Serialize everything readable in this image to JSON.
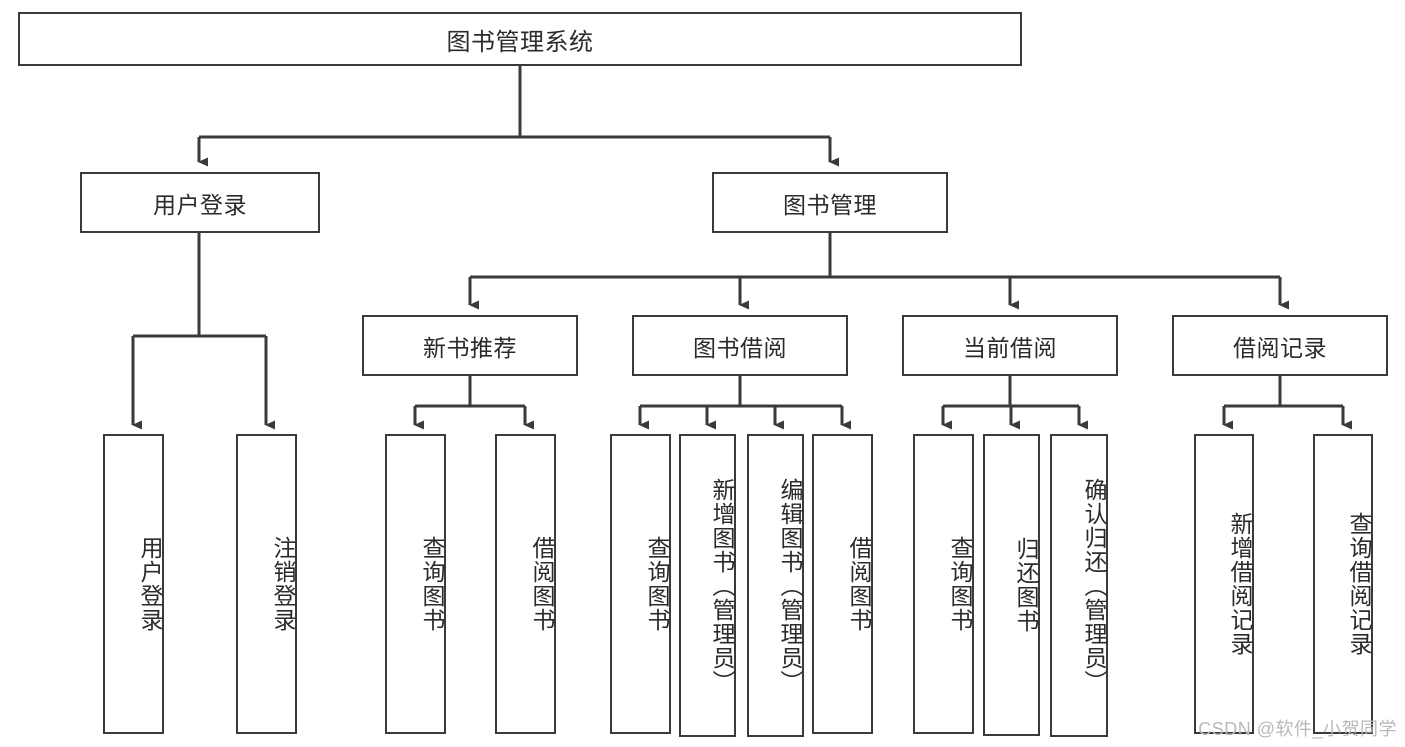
{
  "diagram": {
    "title_node": {
      "label": "图书管理系统"
    },
    "level1": [
      {
        "id": "user-login",
        "label": "用户登录"
      },
      {
        "id": "book-management",
        "label": "图书管理"
      }
    ],
    "level2": [
      {
        "id": "new-book-recommend",
        "label": "新书推荐"
      },
      {
        "id": "book-borrow",
        "label": "图书借阅"
      },
      {
        "id": "current-borrow",
        "label": "当前借阅"
      },
      {
        "id": "borrow-record",
        "label": "借阅记录"
      }
    ],
    "leaves": {
      "user_login": [
        {
          "id": "leaf-user-login",
          "label": "用户登录"
        },
        {
          "id": "leaf-logout-login",
          "label": "注销登录"
        }
      ],
      "new_book_recommend": [
        {
          "id": "leaf-query-book-1",
          "label": "查询图书"
        },
        {
          "id": "leaf-borrow-book-1",
          "label": "借阅图书"
        }
      ],
      "book_borrow": [
        {
          "id": "leaf-query-book-2",
          "label": "查询图书"
        },
        {
          "id": "leaf-add-book",
          "label": "新增图书（管理员）"
        },
        {
          "id": "leaf-edit-book",
          "label": "编辑图书（管理员）"
        },
        {
          "id": "leaf-borrow-book-2",
          "label": "借阅图书"
        }
      ],
      "current_borrow": [
        {
          "id": "leaf-query-book-3",
          "label": "查询图书"
        },
        {
          "id": "leaf-return-book",
          "label": "归还图书"
        },
        {
          "id": "leaf-confirm-return",
          "label": "确认归还（管理员）"
        }
      ],
      "borrow_record": [
        {
          "id": "leaf-add-record",
          "label": "新增借阅记录"
        },
        {
          "id": "leaf-query-record",
          "label": "查询借阅记录"
        }
      ]
    }
  },
  "watermark": {
    "text": "CSDN @软件_小贺同学"
  },
  "colors": {
    "border": "#3a3a3a",
    "text": "#2b2b2b",
    "background": "#ffffff",
    "watermark": "#b9b9b9"
  }
}
